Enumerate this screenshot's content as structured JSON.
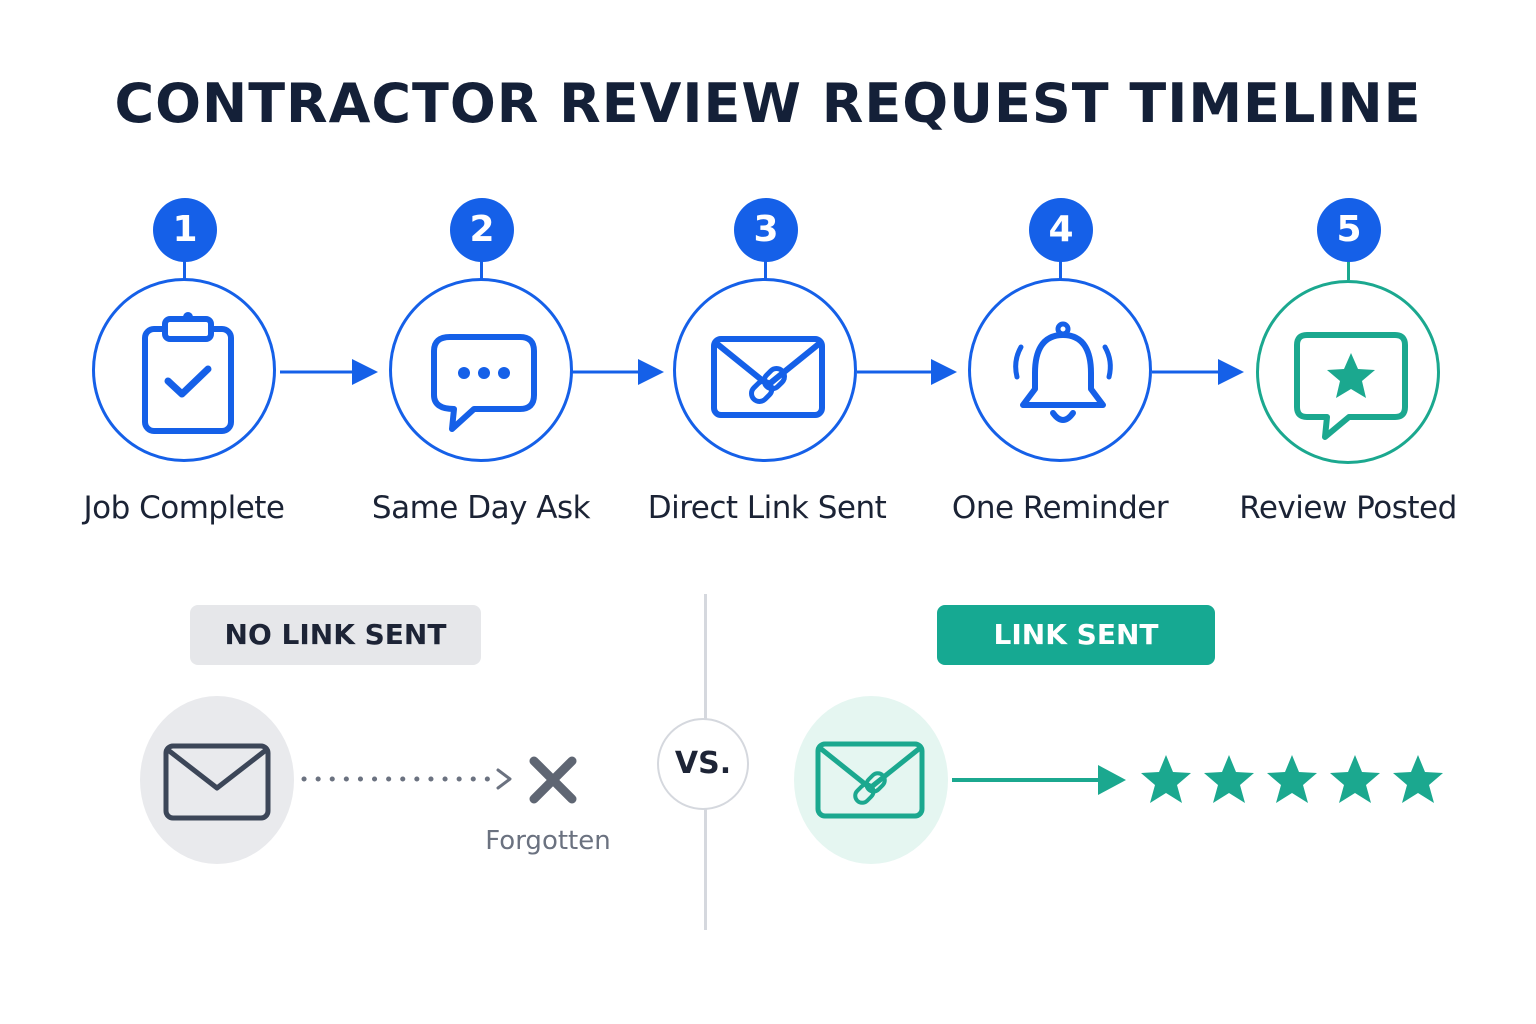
{
  "title": "CONTRACTOR REVIEW REQUEST TIMELINE",
  "colors": {
    "blue": "#1560e8",
    "teal": "#1ba88f",
    "navy": "#142038",
    "gray_pill": "#e6e7ea",
    "gray_bubble": "#e9eaed",
    "mint_bubble": "#e5f6f1"
  },
  "steps": [
    {
      "number": "1",
      "label": "Job Complete",
      "icon": "clipboard-check-icon"
    },
    {
      "number": "2",
      "label": "Same Day Ask",
      "icon": "chat-bubble-icon"
    },
    {
      "number": "3",
      "label": "Direct Link Sent",
      "icon": "envelope-link-icon"
    },
    {
      "number": "4",
      "label": "One Reminder",
      "icon": "bell-icon"
    },
    {
      "number": "5",
      "label": "Review Posted",
      "icon": "review-star-icon"
    }
  ],
  "comparison": {
    "left": {
      "label": "NO LINK SENT",
      "outcome": "Forgotten",
      "icon": "envelope-icon",
      "result_icon": "x-icon"
    },
    "divider": "VS.",
    "right": {
      "label": "LINK SENT",
      "icon": "envelope-link-icon",
      "rating": 5,
      "result_icon": "star-icon"
    }
  }
}
